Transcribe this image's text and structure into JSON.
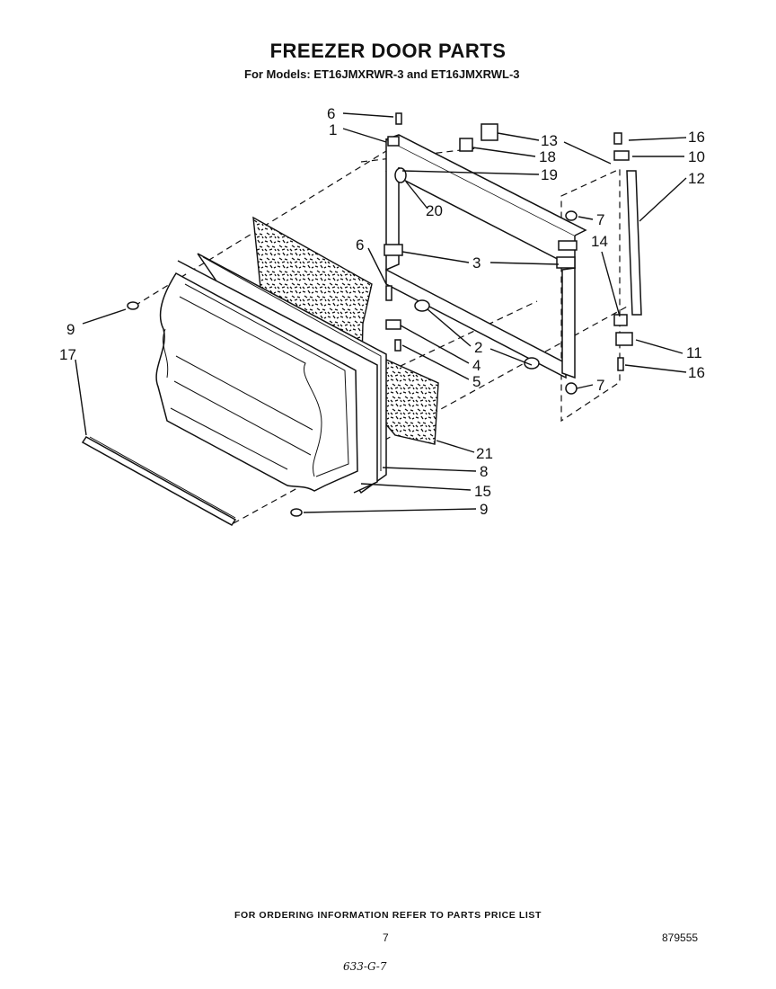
{
  "header": {
    "title": "FREEZER DOOR PARTS",
    "subtitle": "For Models: ET16JMXRWR-3 and ET16JMXRWL-3"
  },
  "callouts": [
    {
      "id": "c6a",
      "text": "6"
    },
    {
      "id": "c1",
      "text": "1"
    },
    {
      "id": "c13",
      "text": "13"
    },
    {
      "id": "c16a",
      "text": "16"
    },
    {
      "id": "c18",
      "text": "18"
    },
    {
      "id": "c10",
      "text": "10"
    },
    {
      "id": "c19",
      "text": "19"
    },
    {
      "id": "c12",
      "text": "12"
    },
    {
      "id": "c20",
      "text": "20"
    },
    {
      "id": "c7a",
      "text": "7"
    },
    {
      "id": "c6b",
      "text": "6"
    },
    {
      "id": "c14",
      "text": "14"
    },
    {
      "id": "c3",
      "text": "3"
    },
    {
      "id": "c9a",
      "text": "9"
    },
    {
      "id": "c17",
      "text": "17"
    },
    {
      "id": "c2",
      "text": "2"
    },
    {
      "id": "c11",
      "text": "11"
    },
    {
      "id": "c4",
      "text": "4"
    },
    {
      "id": "c16b",
      "text": "16"
    },
    {
      "id": "c5",
      "text": "5"
    },
    {
      "id": "c7b",
      "text": "7"
    },
    {
      "id": "c21",
      "text": "21"
    },
    {
      "id": "c8",
      "text": "8"
    },
    {
      "id": "c15",
      "text": "15"
    },
    {
      "id": "c9b",
      "text": "9"
    }
  ],
  "footer": {
    "ordering_note": "FOR ORDERING INFORMATION REFER TO PARTS PRICE LIST",
    "page_number": "7",
    "catalog_number": "879555",
    "handwritten_note": "633-G-7"
  }
}
